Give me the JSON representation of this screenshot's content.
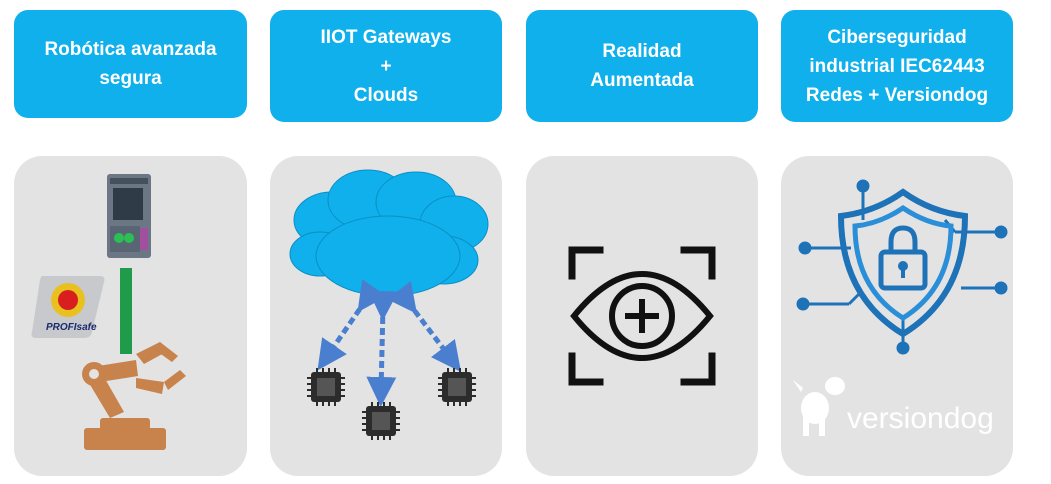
{
  "columns": [
    {
      "header_lines": [
        "Robótica avanzada",
        "segura"
      ],
      "icons": [
        "plc-icon",
        "emergency-stop-icon",
        "robot-arm-icon"
      ],
      "badge_text": "PROFIsafe"
    },
    {
      "header_lines": [
        "IIOT Gateways",
        "+",
        "Clouds"
      ],
      "icons": [
        "cloud-icon",
        "bidirectional-arrow-icon",
        "chip-icon"
      ]
    },
    {
      "header_lines": [
        "Realidad",
        "Aumentada"
      ],
      "icons": [
        "scan-eye-icon"
      ]
    },
    {
      "header_lines": [
        "Ciberseguridad",
        "industrial IEC62443",
        "Redes + Versiondog"
      ],
      "icons": [
        "shield-lock-icon",
        "dog-icon"
      ],
      "brand_text": "versiondog"
    }
  ],
  "colors": {
    "header_bg": "#0fb0ec",
    "card_bg": "#e3e3e3",
    "cloud": "#0fb0ec",
    "arrow": "#4a7fd0",
    "robot": "#c8824b",
    "shield": "#1d72b8",
    "connector": "#1f9b4a"
  }
}
